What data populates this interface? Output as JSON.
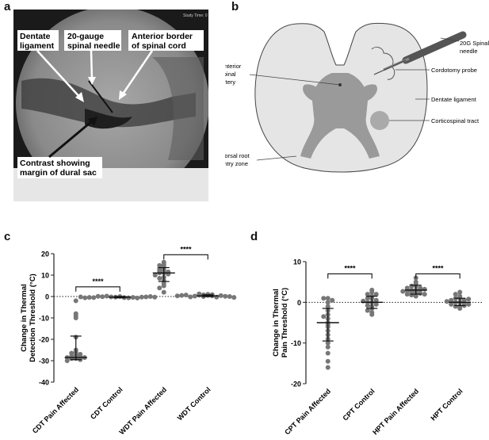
{
  "panels": {
    "a": "a",
    "b": "b",
    "c": "c",
    "d": "d"
  },
  "fluoro": {
    "corner_text": "Study Time: 0",
    "labels": {
      "dentate": "Dentate\nligament",
      "needle": "20-gauge\nspinal needle",
      "anterior": "Anterior border\nof spinal cord",
      "contrast": "Contrast showing\nmargin of dural sac"
    }
  },
  "diagram": {
    "labels": {
      "anterior_artery": "Anterior\nspinal\nartery",
      "dorsal_root": "Dorsal root\nentry zone",
      "spinal_needle": "20G Spinal\nneedle",
      "probe": "Cordotomy probe",
      "dentate": "Dentate ligament",
      "corticospinal": "Corticospinal tract"
    }
  },
  "chart_data": [
    {
      "type": "scatter",
      "ylabel": "Change in Thermal\nDetection Threshold (°C)",
      "ylim": [
        -40,
        20
      ],
      "yticks": [
        -40,
        -30,
        -20,
        -10,
        0,
        10,
        20
      ],
      "categories": [
        "CDT Pain Affected",
        "CDT Control",
        "WDT Pain Affected",
        "WDT Control"
      ],
      "series": [
        {
          "values": [
            -2,
            -8,
            -9,
            -10,
            -19,
            -25,
            -26,
            -26.5,
            -27,
            -27.5,
            -28,
            -28,
            -28.5,
            -28.5,
            -29,
            -29,
            -29.5,
            -30
          ],
          "median": -28.5,
          "iqr": [
            -29.5,
            -18.5
          ]
        },
        {
          "values": [
            0,
            -0.3,
            -0.5,
            -0.2,
            -0.6,
            0.2,
            -0.4,
            -0.1,
            -0.7,
            0.1,
            -0.3,
            -0.5,
            -0.2,
            -0.4,
            0,
            -0.6,
            -0.3,
            -0.2
          ],
          "median": -0.3,
          "iqr": [
            -0.6,
            0
          ]
        },
        {
          "values": [
            16,
            15,
            14.5,
            14,
            13,
            12.5,
            12,
            11.5,
            11,
            11,
            10.5,
            10,
            9,
            8.5,
            7.5,
            6,
            5,
            4,
            2
          ],
          "median": 11,
          "iqr": [
            7,
            13.5
          ]
        },
        {
          "values": [
            1,
            0.5,
            0.8,
            0,
            0.3,
            0.6,
            -0.3,
            0.2,
            0.9,
            0.4,
            -0.2,
            0.1,
            0.7,
            0,
            0.5,
            -0.4,
            0.3,
            1.2
          ],
          "median": 0.3,
          "iqr": [
            0,
            0.8
          ]
        }
      ],
      "significance": [
        {
          "from": 0,
          "to": 1,
          "y": 4.5,
          "label": "****"
        },
        {
          "from": 2,
          "to": 3,
          "y": 19.5,
          "label": "****"
        }
      ]
    },
    {
      "type": "scatter",
      "ylabel": "Change in Thermal\nPain Threshold (°C)",
      "ylim": [
        -20,
        10
      ],
      "yticks": [
        -20,
        -10,
        0,
        10
      ],
      "categories": [
        "CPT Pain Affected",
        "CPT Control",
        "HPT Pain Affected",
        "HPT Control"
      ],
      "series": [
        {
          "values": [
            1,
            1,
            0.5,
            0,
            -1,
            -2,
            -3,
            -3.5,
            -4,
            -5,
            -5.5,
            -6,
            -7,
            -8,
            -9,
            -10,
            -11,
            -12.5,
            -14.5,
            -16
          ],
          "median": -5,
          "iqr": [
            -9.5,
            -1.5
          ]
        },
        {
          "values": [
            3,
            2.5,
            2,
            2,
            1.5,
            1,
            1,
            0.5,
            0,
            0,
            -0.5,
            -1,
            -1.5,
            -2,
            -2.5,
            -3,
            0.3,
            -0.8
          ],
          "median": 0,
          "iqr": [
            -1.5,
            1.5
          ]
        },
        {
          "values": [
            6,
            5,
            4.5,
            4,
            4,
            3.5,
            3.5,
            3,
            3,
            3,
            2.8,
            2.5,
            2.5,
            2.2,
            2,
            2,
            1.5,
            3.2,
            2.7,
            1.8
          ],
          "median": 3,
          "iqr": [
            2,
            4.2
          ]
        },
        {
          "values": [
            2.5,
            2,
            1.5,
            1,
            1,
            0.5,
            0.5,
            0,
            0,
            -0.3,
            -0.5,
            -0.5,
            -1,
            -1,
            -1.5,
            0.2,
            0.8,
            -0.8
          ],
          "median": 0,
          "iqr": [
            -0.8,
            1
          ]
        }
      ],
      "significance": [
        {
          "from": 0,
          "to": 1,
          "y": 7,
          "label": "****"
        },
        {
          "from": 2,
          "to": 3,
          "y": 7,
          "label": "****"
        }
      ]
    }
  ]
}
